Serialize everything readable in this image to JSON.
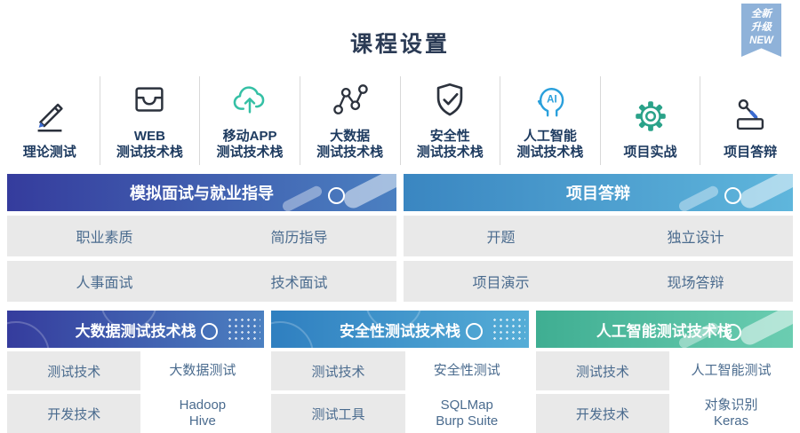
{
  "title": "课程设置",
  "badge": {
    "text": "全新\n升级\nNEW",
    "color": "#8fb2d9"
  },
  "courses": [
    {
      "label": "理论测试",
      "icon": "pencil-icon"
    },
    {
      "label": "WEB\n测试技术栈",
      "icon": "inbox-tray-icon"
    },
    {
      "label": "移动APP\n测试技术栈",
      "icon": "cloud-upload-icon"
    },
    {
      "label": "大数据\n测试技术栈",
      "icon": "node-graph-icon"
    },
    {
      "label": "安全性\n测试技术栈",
      "icon": "shield-check-icon"
    },
    {
      "label": "人工智能\n测试技术栈",
      "icon": "ai-head-icon"
    },
    {
      "label": "项目实战",
      "icon": "gear-icon"
    },
    {
      "label": "项目答辩",
      "icon": "podium-mic-icon"
    }
  ],
  "mid_panels": [
    {
      "title": "模拟面试与就业指导",
      "rows": [
        [
          "职业素质",
          "简历指导"
        ],
        [
          "人事面试",
          "技术面试"
        ]
      ]
    },
    {
      "title": "项目答辩",
      "rows": [
        [
          "开题",
          "独立设计"
        ],
        [
          "项目演示",
          "现场答辩"
        ]
      ]
    }
  ],
  "stack_panels": [
    {
      "title": "大数据测试技术栈",
      "rows": [
        [
          "测试技术",
          "大数据测试"
        ],
        [
          "开发技术",
          "Hadoop\nHive"
        ]
      ]
    },
    {
      "title": "安全性测试技术栈",
      "rows": [
        [
          "测试技术",
          "安全性测试"
        ],
        [
          "测试工具",
          "SQLMap\nBurp Suite"
        ]
      ]
    },
    {
      "title": "人工智能测试技术栈",
      "rows": [
        [
          "测试技术",
          "人工智能测试"
        ],
        [
          "开发技术",
          "对象识别\nKeras"
        ]
      ]
    }
  ],
  "colors": {
    "badge_blue": "#8fb2d9",
    "header_indigo_start": "#353c9d",
    "header_indigo_end": "#4b80c1",
    "header_cyan_start": "#3a86c1",
    "header_cyan_end": "#5fb6dc",
    "header_teal_start": "#3fae92",
    "header_teal_end": "#6bcdb1",
    "cell_gray": "#e9e9e9",
    "cell_text": "#4a6b8e",
    "label_navy": "#1d3a5f",
    "icon_teal": "#35c0a5",
    "icon_blue": "#2aa0dc",
    "icon_dark": "#2c323d"
  }
}
